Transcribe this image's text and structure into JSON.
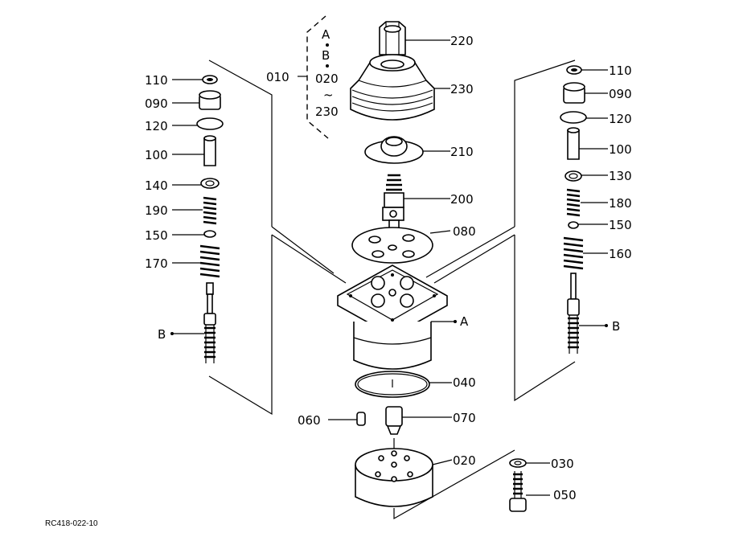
{
  "drawing_id": "RC418-022-10",
  "group": {
    "id": "010",
    "line1": "A",
    "line2": "B",
    "line3": "020",
    "tilde": "~",
    "line4": "230"
  },
  "callouts": {
    "l_110": "110",
    "l_090": "090",
    "l_120": "120",
    "l_100": "100",
    "l_140": "140",
    "l_190": "190",
    "l_150": "150",
    "l_170": "170",
    "l_b": "B",
    "c_220": "220",
    "c_230": "230",
    "c_210": "210",
    "c_200": "200",
    "c_080": "080",
    "c_a": "A",
    "c_040": "040",
    "c_070": "070",
    "c_060": "060",
    "c_020": "020",
    "c_030": "030",
    "c_050": "050",
    "r_110": "110",
    "r_090": "090",
    "r_120": "120",
    "r_100": "100",
    "r_130": "130",
    "r_180": "180",
    "r_150": "150",
    "r_160": "160",
    "r_b": "B"
  },
  "colors": {
    "ink": "#000000",
    "paper": "#ffffff"
  }
}
